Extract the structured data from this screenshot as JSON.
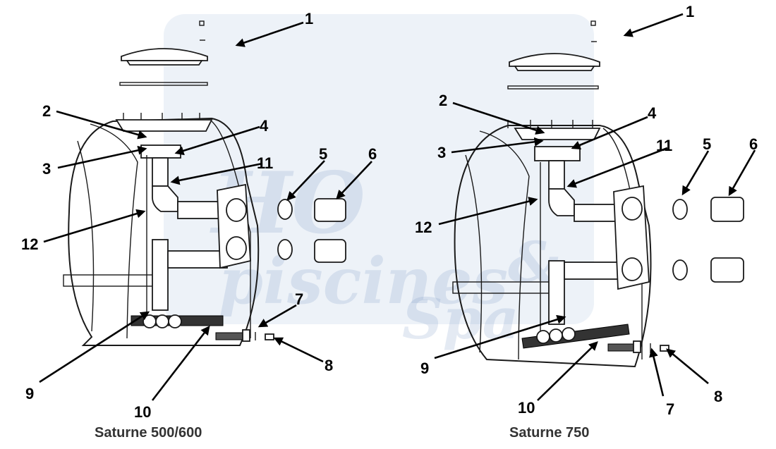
{
  "captions": {
    "left": "Saturne 500/600",
    "right": "Saturne 750"
  },
  "watermark": {
    "text_line1": "piscines",
    "text_line2": "&",
    "text_line3": "Spa",
    "brand": "HO"
  },
  "callouts": {
    "left": [
      "1",
      "2",
      "3",
      "4",
      "5",
      "6",
      "7",
      "8",
      "9",
      "10",
      "11",
      "12"
    ],
    "right": [
      "1",
      "2",
      "3",
      "4",
      "5",
      "6",
      "7",
      "8",
      "9",
      "10",
      "11",
      "12"
    ]
  },
  "colors": {
    "line": "#1a1a1a",
    "watermark": "#6f8fbf",
    "caption": "#333333"
  }
}
